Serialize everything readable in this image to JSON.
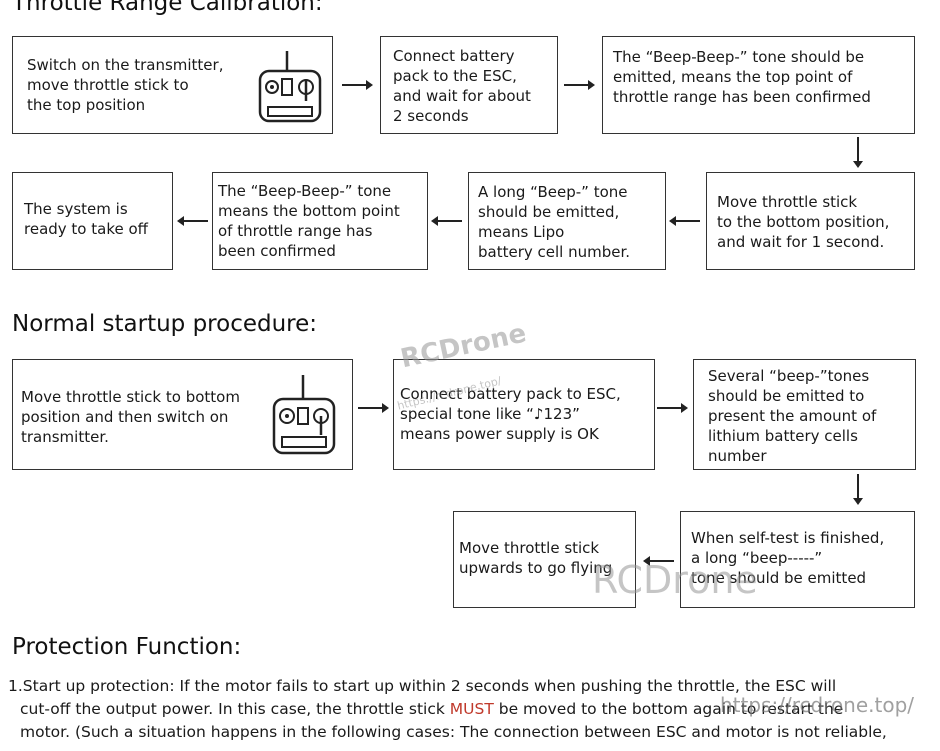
{
  "sections": {
    "calibration_title": "Throttle Range Calibration:",
    "startup_title": "Normal startup procedure:",
    "protection_title": "Protection Function:"
  },
  "calibration": {
    "step1": "Switch on the transmitter,\nmove throttle stick to\nthe top position",
    "step2": "Connect battery\npack to the ESC,\nand wait for about\n2 seconds",
    "step3": "The “Beep-Beep-” tone should be\nemitted, means the top point of\nthrottle range has been confirmed",
    "step4": "Move throttle stick\nto the bottom position,\nand wait for 1 second.",
    "step5": "A long “Beep-” tone\nshould be emitted,\nmeans Lipo\nbattery cell number.",
    "step6": "The “Beep-Beep-” tone\nmeans the bottom point\nof throttle range has\nbeen confirmed",
    "step7": "The system is\nready to take off"
  },
  "startup": {
    "step1": "Move throttle stick to bottom\nposition and then switch on\ntransmitter.",
    "step2": "Connect battery pack to ESC,\nspecial tone like “♪123”\nmeans power supply is OK",
    "step3": "Several “beep-”tones\nshould be emitted to\npresent the amount of\nlithium battery cells\nnumber",
    "step4": "When self-test is finished,\na long “beep-----”\ntone should be emitted",
    "step5": "Move throttle stick\nupwards to go flying"
  },
  "protection": {
    "line1": "1.Start up protection: If the motor fails to start up within 2 seconds when pushing the throttle, the ESC will",
    "line2_before": "cut-off the output power. In this case, the throttle stick ",
    "line2_must": "MUST",
    "line2_after": " be moved to the bottom again to restart the",
    "line3": "motor. (Such a situation happens in the following cases: The connection between ESC and motor is not reliable,"
  },
  "watermarks": {
    "brand": "RCDrone",
    "url_small": "https://rcdrone.top/",
    "brand_large": "RCDrone",
    "url_corner": "https://rcdrone.top/"
  },
  "colors": {
    "must": "#c0392b",
    "border": "#333333"
  },
  "icons": [
    "transmitter-icon",
    "arrow-right-icon",
    "arrow-left-icon",
    "arrow-down-icon"
  ]
}
